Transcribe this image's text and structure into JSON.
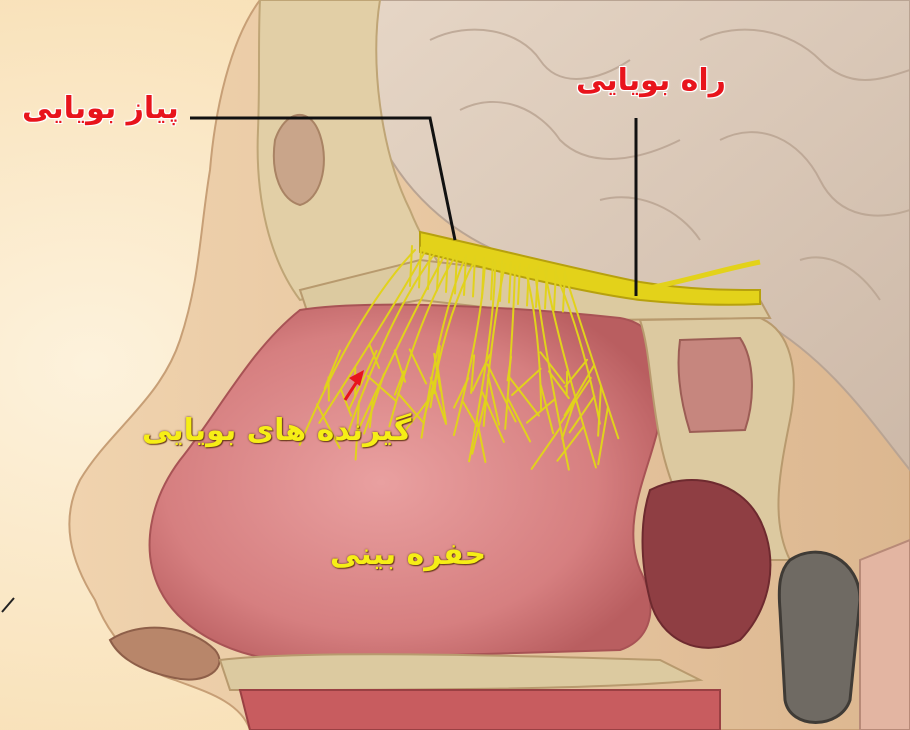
{
  "labels": {
    "olfactory_bulb": "پیاز بویایی",
    "olfactory_tract": "راه بویایی",
    "olfactory_receptors": "گیرنده های بویایی",
    "nasal_cavity": "حفره بینی"
  },
  "colors": {
    "label_red": "#e8141c",
    "label_yellow": "#f6ee16",
    "nerve_yellow": "#e3d21a",
    "mucosa_pink": "#d98a8a",
    "skin": "#e7c9a4",
    "bone": "#dcc9a0",
    "brain": "#d9c7b8",
    "background": "#fbe9c8"
  }
}
